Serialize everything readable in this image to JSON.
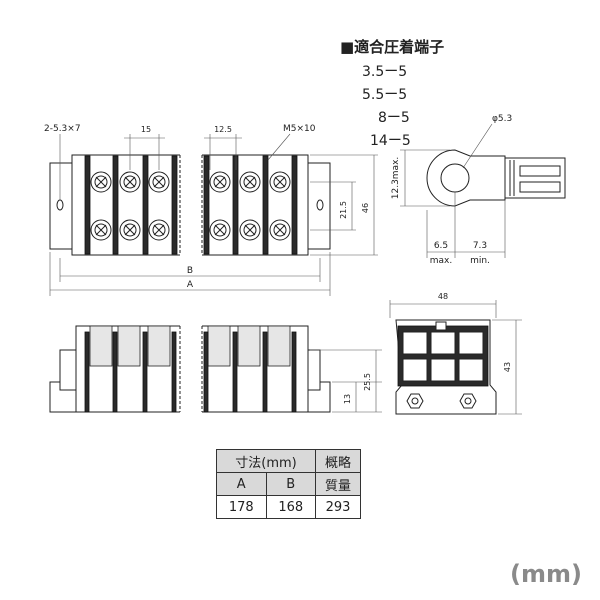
{
  "section_title": "■適合圧着端子",
  "terminals": [
    "3.5ー5",
    "5.5ー5",
    "8ー5",
    "14ー5"
  ],
  "labels": {
    "holes": "2-5.3×7",
    "pitch1": "15",
    "pitch2": "12.5",
    "screw": "M5×10",
    "row_pitch": "21.5",
    "height_46": "46",
    "dim_b": "B",
    "dim_a": "A",
    "lug_dia": "φ5.3",
    "lug_width": "12.3max.",
    "lug_65": "6.5",
    "lug_65_sub": "max.",
    "lug_73": "7.3",
    "lug_73_sub": "min.",
    "side_25_5": "25.5",
    "side_13": "13",
    "end_48": "48",
    "end_43": "43"
  },
  "table": {
    "header1": "寸法(mm)",
    "header2": "概略",
    "col_a": "A",
    "col_b": "B",
    "col_mass": "質量",
    "val_a": "178",
    "val_b": "168",
    "val_mass": "293"
  },
  "unit": "(mm)"
}
